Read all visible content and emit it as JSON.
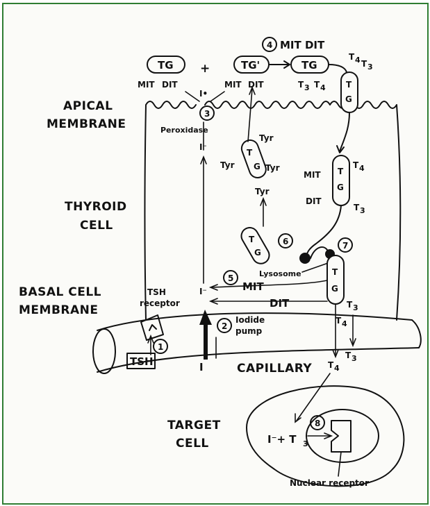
{
  "labels": {
    "apical_membrane": [
      "APICAL",
      "MEMBRANE"
    ],
    "thyroid_cell": [
      "THYROID",
      "CELL"
    ],
    "basal_membrane": [
      "BASAL CELL",
      "MEMBRANE"
    ],
    "tsh_receptor": [
      "TSH",
      "receptor"
    ],
    "tsh": "TSH",
    "capillary": "CAPILLARY",
    "target_cell": [
      "TARGET",
      "CELL"
    ],
    "peroxidase": "Peroxidase",
    "iodide_pump": [
      "Iodide",
      "pump"
    ],
    "lysosome": "Lysosome",
    "nuclear_receptor": "Nuclear receptor",
    "plus": "+",
    "iodine": "I",
    "iodide": "I⁻",
    "iodine_radical": "I•",
    "tg": "TG",
    "tg_prime": "TG'",
    "t": "T",
    "g": "G",
    "mit": "MIT",
    "dit": "DIT",
    "tyr": "Tyr",
    "t3": "T",
    "t4": "T",
    "sub3": "3",
    "sub4": "4",
    "i_plus_t3": "I⁻+ T",
    "mit_dit_top": "MIT  DIT"
  },
  "steps": [
    "1",
    "2",
    "3",
    "4",
    "5",
    "6",
    "7",
    "8"
  ]
}
